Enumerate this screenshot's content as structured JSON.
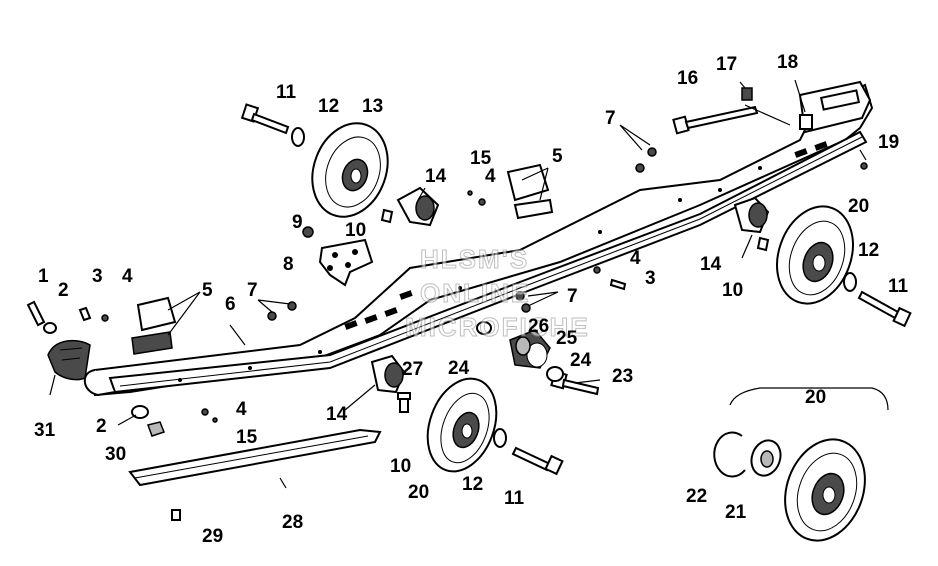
{
  "watermark": [
    "HLSM'S",
    "ONLINE",
    "MICROFICHE"
  ],
  "callouts": [
    "1",
    "2",
    "3",
    "4",
    "5",
    "6",
    "7",
    "8",
    "9",
    "10",
    "11",
    "12",
    "13",
    "14",
    "15",
    "16",
    "17",
    "18",
    "19",
    "20",
    "21",
    "22",
    "23",
    "24",
    "25",
    "26",
    "27",
    "28",
    "29",
    "30",
    "31"
  ],
  "colors": {
    "ink": "#000000",
    "paper": "#ffffff",
    "shade": "#4a4a4a",
    "grey": "#b8b8b8"
  }
}
